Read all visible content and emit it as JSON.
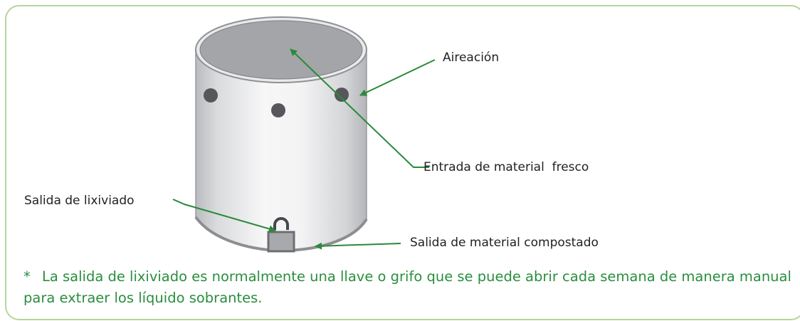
{
  "diagram": {
    "labels": {
      "aeration": "Aireación",
      "fresh_material_inlet": "Entrada de material  fresco",
      "leachate_outlet": "Salida de lixiviado",
      "composted_material_outlet": "Salida de material compostado"
    },
    "note_marker": "*",
    "note": "La salida de lixiviado es normalmente una llave o grifo que se puede abrir cada semana de manera manual para extraer los líquido sobrantes.",
    "colors": {
      "frame_border": "#b6d59a",
      "arrow": "#2a8a3a",
      "note_text": "#2a8e3e",
      "holes": "#55575a",
      "tank_top": "#a3a5a8",
      "tank_body_light": "#f4f4f5",
      "tank_body_shadow": "#b9bbbe"
    }
  }
}
